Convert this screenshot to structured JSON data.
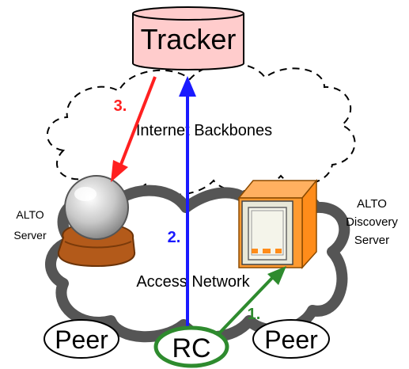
{
  "nodes": {
    "tracker": "Tracker",
    "internet": "Internet Backbones",
    "access": "Access Network",
    "alto_server": [
      "ALTO",
      "Server"
    ],
    "discovery": [
      "ALTO",
      "Discovery",
      "Server"
    ],
    "peer_left": "Peer",
    "peer_right": "Peer",
    "rc": "RC"
  },
  "steps": {
    "one": "1.",
    "two": "2.",
    "three": "3."
  },
  "colors": {
    "tracker_fill": "#ffcccc",
    "step1": "#2e8b2e",
    "step2": "#1a1aff",
    "step3": "#ff2020",
    "rc_border": "#2e8b2e",
    "cloud_stroke": "#555555",
    "discovery_orange": "#ff8c1a"
  }
}
